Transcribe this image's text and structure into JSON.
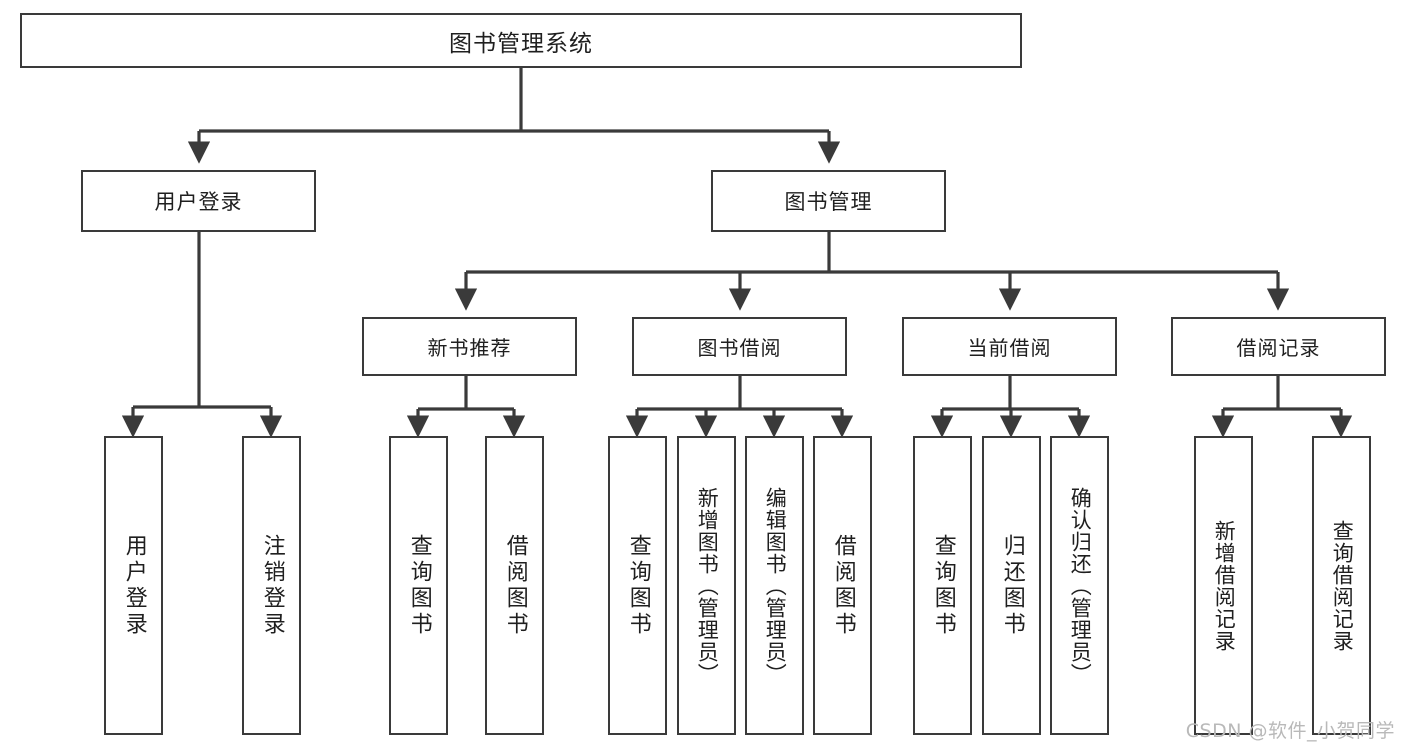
{
  "diagram": {
    "title": "图书管理系统",
    "type": "tree",
    "watermark": "CSDN @软件_小贺同学",
    "root": {
      "label": "图书管理系统"
    },
    "level1": [
      {
        "label": "用户登录"
      },
      {
        "label": "图书管理"
      }
    ],
    "level2": [
      {
        "label": "新书推荐"
      },
      {
        "label": "图书借阅"
      },
      {
        "label": "当前借阅"
      },
      {
        "label": "借阅记录"
      }
    ],
    "leaves": {
      "user_login": [
        {
          "label": "用户登录"
        },
        {
          "label": "注销登录"
        }
      ],
      "new_book": [
        {
          "label": "查询图书"
        },
        {
          "label": "借阅图书"
        }
      ],
      "book_borrow": [
        {
          "label": "查询图书"
        },
        {
          "label": "新增图书（管理员）"
        },
        {
          "label": "编辑图书（管理员）"
        },
        {
          "label": "借阅图书"
        }
      ],
      "current_borrow": [
        {
          "label": "查询图书"
        },
        {
          "label": "归还图书"
        },
        {
          "label": "确认归还（管理员）"
        }
      ],
      "borrow_record": [
        {
          "label": "新增借阅记录"
        },
        {
          "label": "查询借阅记录"
        }
      ]
    },
    "colors": {
      "stroke": "#3a3a3a",
      "fill": "#ffffff",
      "text": "#1f1f1f",
      "watermark": "#b9b9b9"
    }
  }
}
